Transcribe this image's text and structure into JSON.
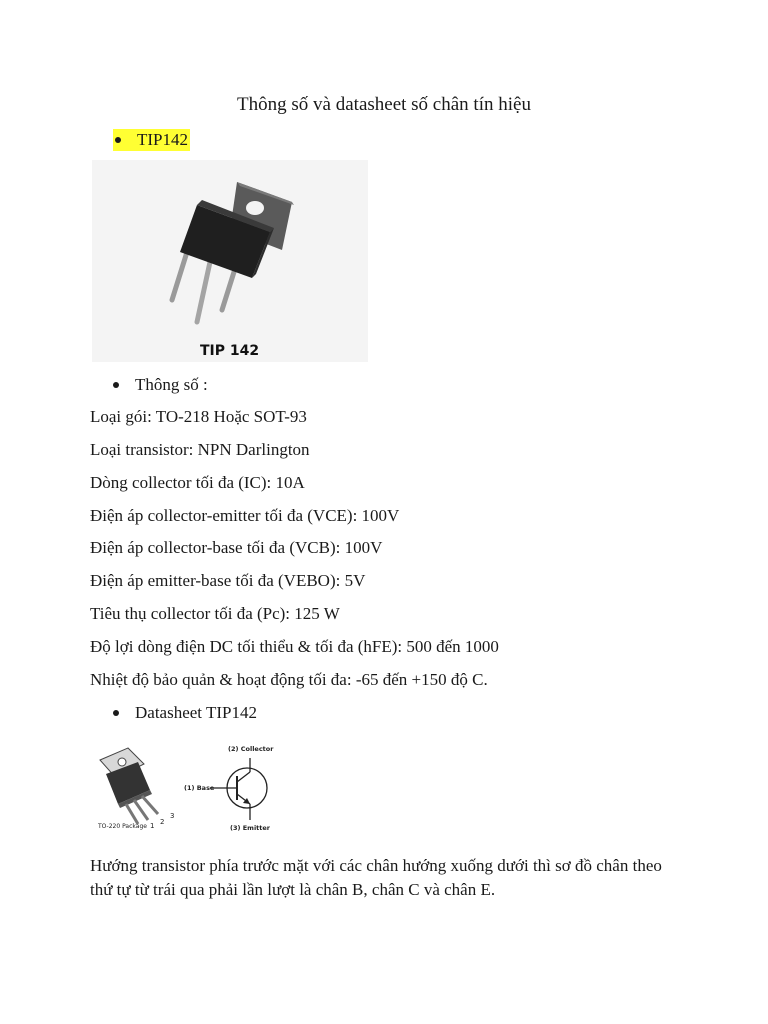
{
  "title": "Thông số và datasheet số chân tín hiệu",
  "bullet1": "TIP142",
  "photo_caption": "TIP 142",
  "bullet2": "Thông số :",
  "specs": [
    "Loại gói: TO-218 Hoặc SOT-93",
    "Loại transistor: NPN Darlington",
    "Dòng collector tối đa (IC): 10A",
    "Điện áp collector-emitter tối đa (VCE): 100V",
    "Điện áp collector-base tối đa (VCB): 100V",
    "Điện áp emitter-base tối đa (VEBO): 5V",
    "Tiêu thụ collector tối đa (Pc): 125 W",
    "Độ lợi dòng điện DC tối thiểu & tối đa (hFE): 500 đến 1000",
    "Nhiệt độ bảo quản & hoạt động tối đa: -65 đến +150 độ C."
  ],
  "bullet3": "Datasheet TIP142",
  "diagram": {
    "collector": "(2) Collector",
    "base": "(1) Base",
    "emitter": "(3) Emitter",
    "package": "TO-220 Package",
    "pin1": "1",
    "pin2": "2",
    "pin3": "3"
  },
  "description": "Hướng transistor phía trước mặt với các chân hướng xuống dưới thì sơ đồ chân theo thứ tự từ trái qua phải lần lượt là chân B, chân C và chân E.",
  "colors": {
    "highlight": "#ffff33",
    "text": "#1a1a1a"
  }
}
